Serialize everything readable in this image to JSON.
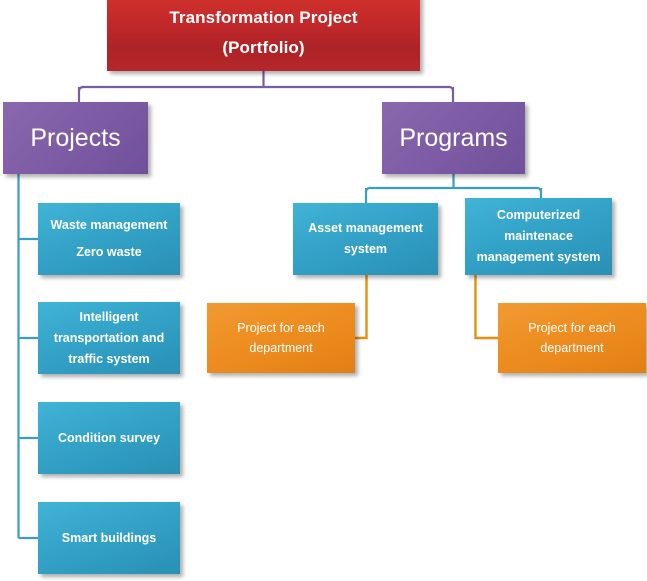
{
  "diagram": {
    "title": "Transformation Project (Portfolio) organizational hierarchy",
    "colors": {
      "root_fill": "#c0282a",
      "level1_fill": "#7f5da6",
      "level2_fill": "#36a6cb",
      "level3_fill": "#ee8f22",
      "connector_purple": "#7a5ba6",
      "connector_teal": "#3a9ec4",
      "connector_orange": "#e8900e",
      "text": "#ffffff",
      "background": "#ffffff"
    },
    "root": {
      "line1": "Transformation Project",
      "line2": "(Portfolio)"
    },
    "branches": [
      {
        "label": "Projects",
        "children": [
          {
            "line1": "Waste management",
            "line2": "Zero waste",
            "line3": ""
          },
          {
            "line1": "Intelligent",
            "line2": "transportation and",
            "line3": "traffic system"
          },
          {
            "line1": "Condition survey",
            "line2": "",
            "line3": ""
          },
          {
            "line1": "Smart buildings",
            "line2": "",
            "line3": ""
          }
        ]
      },
      {
        "label": "Programs",
        "children": [
          {
            "line1": "Asset management",
            "line2": "system",
            "line3": "",
            "child": {
              "line1": "Project for each",
              "line2": "department"
            }
          },
          {
            "line1": "Computerized",
            "line2": "maintenace",
            "line3": "management system",
            "child": {
              "line1": "Project for each",
              "line2": "department"
            }
          }
        ]
      }
    ]
  }
}
